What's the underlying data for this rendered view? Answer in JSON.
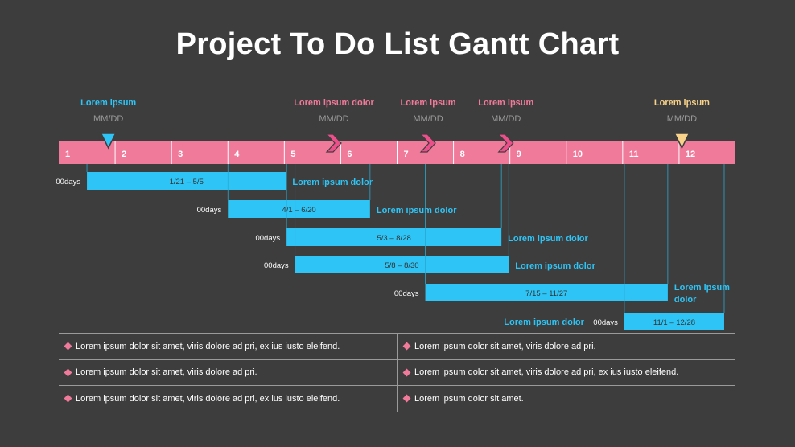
{
  "title": "Project To Do List Gantt Chart",
  "colors": {
    "background": "#3d3d3d",
    "timeline": "#f07a9a",
    "bar": "#2ec4f5",
    "milestone_blue": "#2ec4f5",
    "milestone_pink": "#f07a9a",
    "milestone_yellow": "#f9d38a",
    "note_bullet": "#f07a9a"
  },
  "chart_data": {
    "type": "gantt",
    "categories": [
      "1",
      "2",
      "3",
      "4",
      "5",
      "6",
      "7",
      "8",
      "9",
      "10",
      "11",
      "12"
    ],
    "xlim": [
      1,
      13
    ],
    "milestones": [
      {
        "label": "Lorem ipsum",
        "date_label": "MM/DD",
        "month": 1.88,
        "marker": "triangle-down",
        "color": "#2ec4f5"
      },
      {
        "label": "Lorem ipsum dolor",
        "date_label": "MM/DD",
        "month": 5.88,
        "marker": "chevron",
        "color": "#f07a9a"
      },
      {
        "label": "Lorem ipsum",
        "date_label": "MM/DD",
        "month": 7.55,
        "marker": "chevron",
        "color": "#f07a9a"
      },
      {
        "label": "Lorem ipsum",
        "date_label": "MM/DD",
        "month": 8.93,
        "marker": "chevron",
        "color": "#f07a9a"
      },
      {
        "label": "Lorem ipsum",
        "date_label": "MM/DD",
        "month": 12.05,
        "marker": "triangle-down",
        "color": "#f9d38a"
      }
    ],
    "tasks": [
      {
        "range": "1/21 – 5/5",
        "start": 1.5,
        "end": 5.03,
        "days": "00days",
        "name": "Lorem ipsum dolor",
        "name_side": "right"
      },
      {
        "range": "4/1 – 6/20",
        "start": 4.0,
        "end": 6.52,
        "days": "00days",
        "name": "Lorem ipsum dolor",
        "name_side": "right"
      },
      {
        "range": "5/3 – 8/28",
        "start": 5.04,
        "end": 8.85,
        "days": "00days",
        "name": "Lorem ipsum dolor",
        "name_side": "right"
      },
      {
        "range": "5/8 – 8/30",
        "start": 5.19,
        "end": 8.98,
        "days": "00days",
        "name": "Lorem ipsum dolor",
        "name_side": "right"
      },
      {
        "range": "7/15 – 11/27",
        "start": 7.5,
        "end": 11.8,
        "days": "00days",
        "name": "Lorem ipsum dolor",
        "name_side": "right-wrap"
      },
      {
        "range": "11/1 – 12/28",
        "start": 11.03,
        "end": 12.8,
        "days": "00days",
        "name": "Lorem ipsum dolor",
        "name_side": "left"
      }
    ]
  },
  "notes": [
    [
      "Lorem ipsum dolor sit amet, viris dolore ad pri, ex ius iusto eleifend.",
      "Lorem ipsum dolor sit amet, viris dolore ad pri."
    ],
    [
      "Lorem ipsum dolor sit amet, viris dolore ad pri.",
      "Lorem ipsum dolor sit amet, viris dolore ad pri, ex ius iusto eleifend."
    ],
    [
      "Lorem ipsum dolor sit amet, viris dolore ad pri, ex ius iusto eleifend.",
      "Lorem ipsum dolor sit amet."
    ]
  ]
}
